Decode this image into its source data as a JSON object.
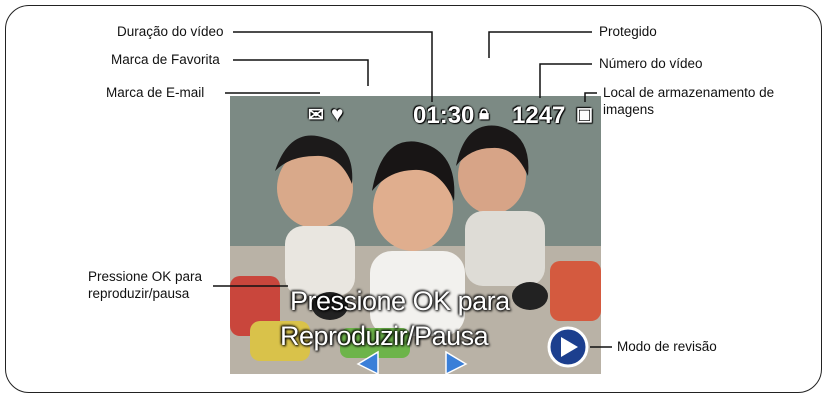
{
  "callouts": {
    "duration": "Duração do vídeo",
    "favorite": "Marca de Favorita",
    "email": "Marca de E-mail",
    "protected": "Protegido",
    "video_number": "Número do vídeo",
    "storage_line1": "Local de armazenamento de",
    "storage_line2": "imagens",
    "press_ok_line1": "Pressione OK para",
    "press_ok_line2": "reproduzir/pausa",
    "review_mode": "Modo de revisão"
  },
  "screen": {
    "time": "01:30",
    "number": "1247",
    "overlay_line1": "Pressione OK para",
    "overlay_line2": "Reproduzir/Pausa"
  },
  "colors": {
    "line": "#111111",
    "osd_text": "#ffffff",
    "arrow_blue": "#3a7fd8"
  }
}
